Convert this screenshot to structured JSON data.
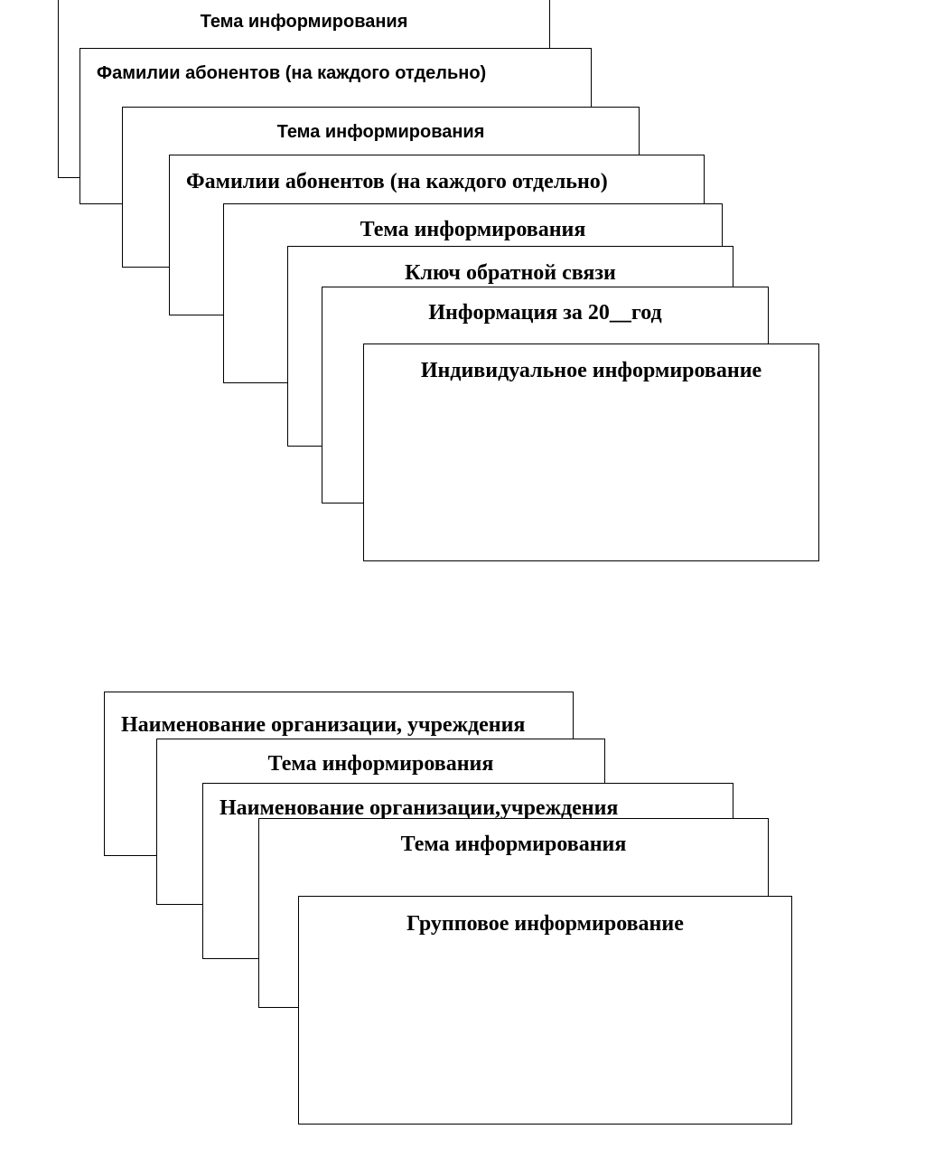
{
  "individual_stack": {
    "cards": [
      {
        "label": "Тема информирования"
      },
      {
        "label": "Фамилии абонентов (на каждого отдельно)"
      },
      {
        "label": "Тема информирования"
      },
      {
        "label": "Фамилии абонентов (на каждого отдельно)"
      },
      {
        "label": "Тема информирования"
      },
      {
        "label": "Ключ обратной связи"
      },
      {
        "label": "Информация за 20__год"
      },
      {
        "label": "Индивидуальное информирование"
      }
    ]
  },
  "group_stack": {
    "cards": [
      {
        "label": "Наименование организации, учреждения"
      },
      {
        "label": "Тема информирования"
      },
      {
        "label": "Наименование организации,учреждения"
      },
      {
        "label": "Тема информирования"
      },
      {
        "label": "Групповое информирование"
      }
    ]
  },
  "colors": {
    "background": "#ffffff",
    "border": "#000000",
    "text": "#000000"
  }
}
